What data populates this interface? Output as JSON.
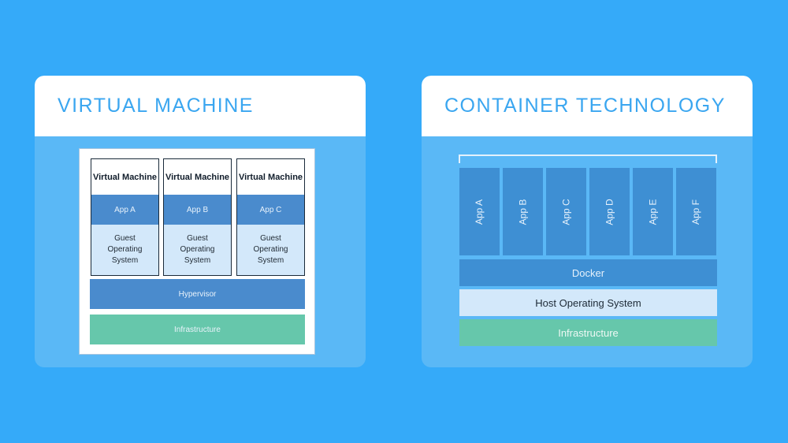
{
  "vm_panel": {
    "title": "VIRTUAL MACHINE",
    "columns": [
      {
        "title": "Virtual Machine",
        "app": "App A",
        "guest_os": "Guest Operating System"
      },
      {
        "title": "Virtual Machine",
        "app": "App B",
        "guest_os": "Guest Operating System"
      },
      {
        "title": "Virtual Machine",
        "app": "App C",
        "guest_os": "Guest Operating System"
      }
    ],
    "hypervisor": "Hypervisor",
    "infrastructure": "Infrastructure"
  },
  "container_panel": {
    "title": "CONTAINER TECHNOLOGY",
    "apps": [
      "App A",
      "App B",
      "App C",
      "App D",
      "App E",
      "App F"
    ],
    "docker": "Docker",
    "host_os": "Host Operating System",
    "infrastructure": "Infrastructure"
  },
  "colors": {
    "background": "#35aaf9",
    "card_body": "#5ab8f6",
    "title_text": "#3aa6f0",
    "app_blue": "#4a8bcd",
    "light_blue": "#d3e8fa",
    "infra_green": "#66c7ab"
  }
}
